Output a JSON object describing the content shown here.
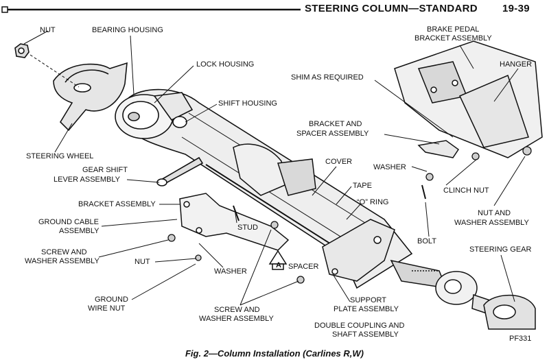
{
  "header": {
    "title": "STEERING COLUMN—STANDARD",
    "page_number": "19-39"
  },
  "labels": {
    "nut": "NUT",
    "bearing_housing": "BEARING HOUSING",
    "lock_housing": "LOCK HOUSING",
    "shift_housing": "SHIFT HOUSING",
    "steering_wheel": "STEERING WHEEL",
    "gear_shift_1": "GEAR SHIFT",
    "gear_shift_2": "LEVER ASSEMBLY",
    "bracket_assembly": "BRACKET ASSEMBLY",
    "ground_cable_1": "GROUND CABLE",
    "ground_cable_2": "ASSEMBLY",
    "screw_washer_1": "SCREW AND",
    "screw_washer_2": "WASHER ASSEMBLY",
    "nut_lower": "NUT",
    "washer_lower": "WASHER",
    "stud": "STUD",
    "spacer": "SPACER",
    "ground_wire_1": "GROUND",
    "ground_wire_2": "WIRE NUT",
    "screw_washer_mid_1": "SCREW AND",
    "screw_washer_mid_2": "WASHER ASSEMBLY",
    "support_plate_1": "SUPPORT",
    "support_plate_2": "PLATE ASSEMBLY",
    "double_coupling_1": "DOUBLE COUPLING AND",
    "double_coupling_2": "SHAFT ASSEMBLY",
    "cover": "COVER",
    "tape": "TAPE",
    "o_ring": "“O” RING",
    "brake_pedal_1": "BRAKE PEDAL",
    "brake_pedal_2": "BRACKET ASSEMBLY",
    "hanger": "HANGER",
    "shim": "SHIM AS REQUIRED",
    "bracket_spacer_1": "BRACKET AND",
    "bracket_spacer_2": "SPACER ASSEMBLY",
    "washer_right": "WASHER",
    "clinch_nut": "CLINCH NUT",
    "bolt": "BOLT",
    "nut_washer_1": "NUT AND",
    "nut_washer_2": "WASHER ASSEMBLY",
    "steering_gear": "STEERING GEAR",
    "arrow_letter": "A"
  },
  "figure_code": "PF331",
  "caption": "Fig. 2—Column Installation (Carlines R,W)"
}
